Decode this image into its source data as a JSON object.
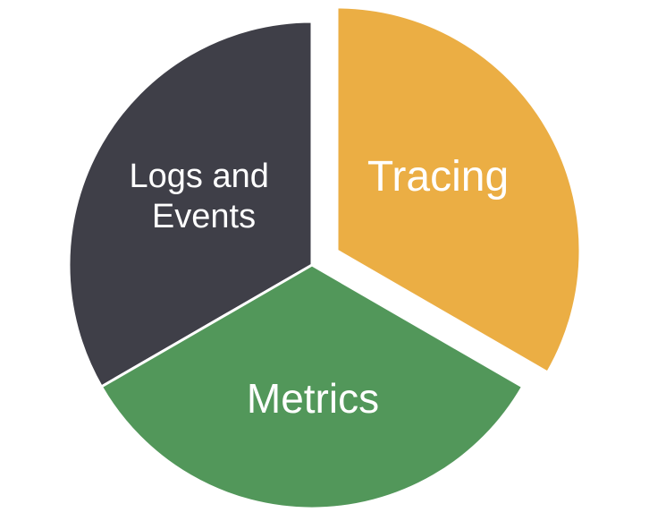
{
  "diagram": {
    "type": "pie",
    "segments": [
      {
        "label_lines": [
          "Tracing"
        ],
        "color": "#EBAE44",
        "share": 0.3333,
        "exploded": true
      },
      {
        "label_lines": [
          "Metrics"
        ],
        "color": "#52975A",
        "share": 0.3333,
        "exploded": false
      },
      {
        "label_lines": [
          "Logs and",
          "Events"
        ],
        "color": "#3F3F48",
        "share": 0.3334,
        "exploded": false
      }
    ]
  }
}
